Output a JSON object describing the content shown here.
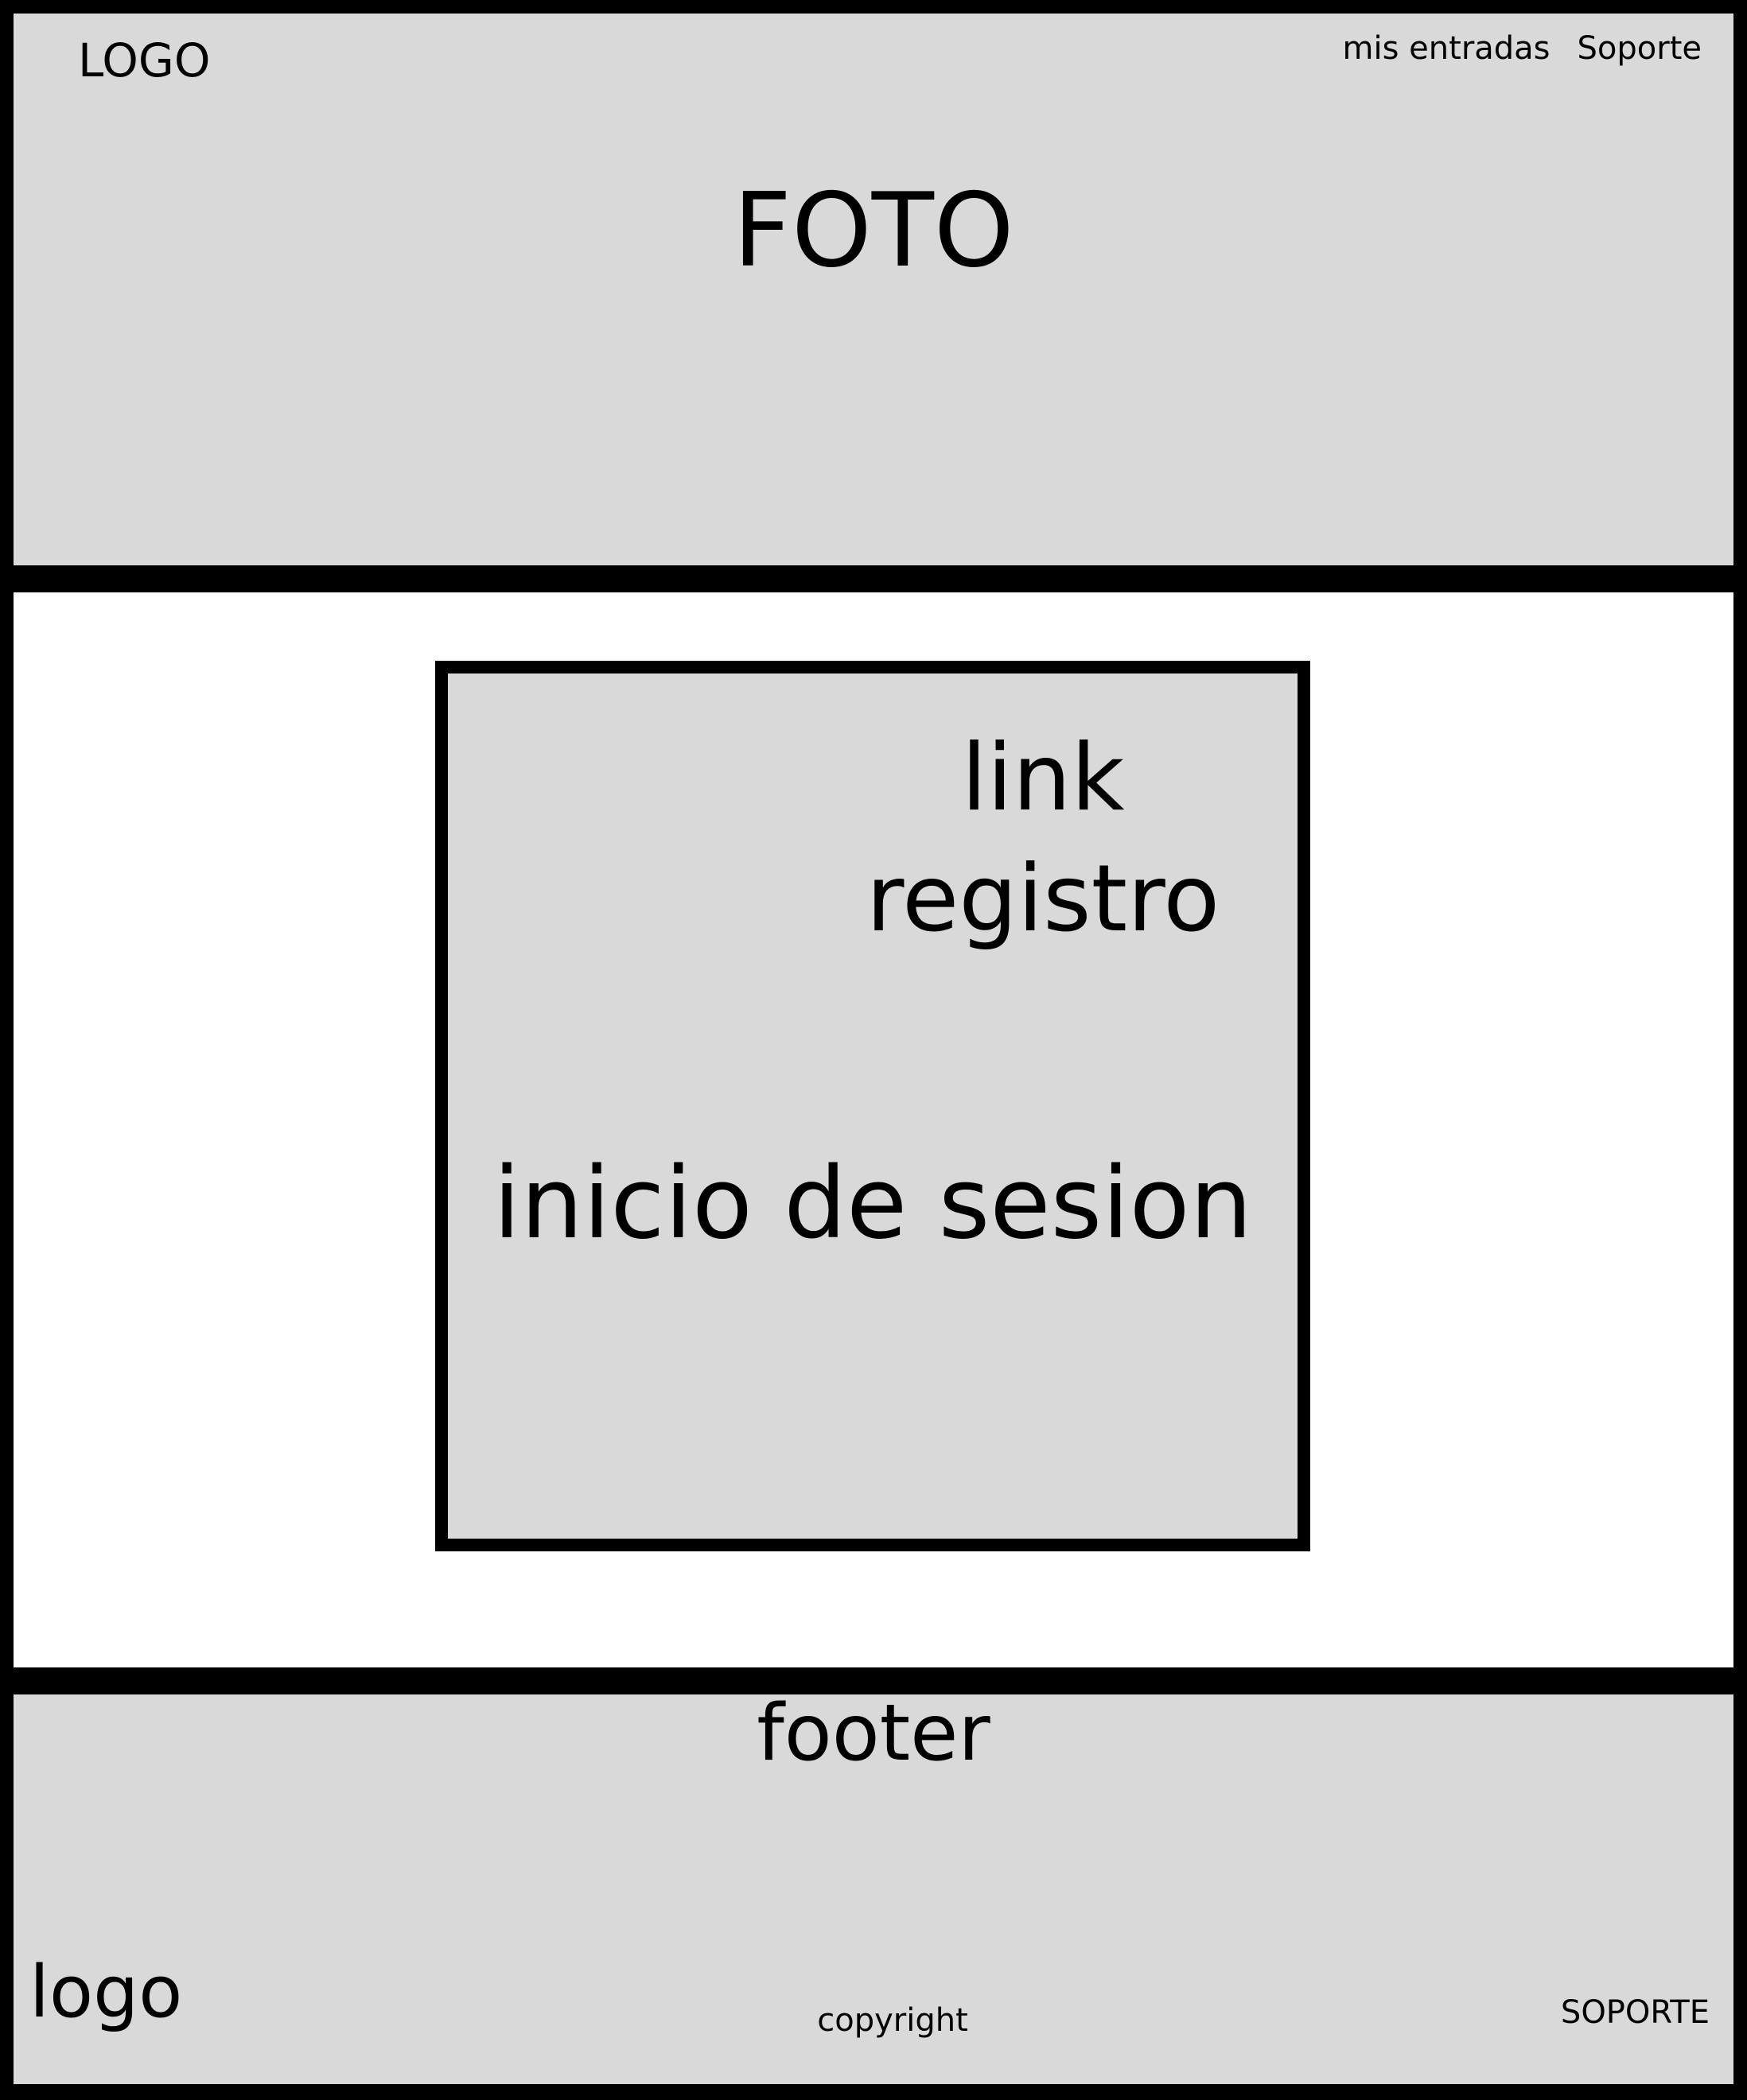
{
  "header": {
    "logo": "LOGO",
    "nav": [
      "mis entradas",
      "Soporte"
    ],
    "hero": "FOTO"
  },
  "main": {
    "link_registro": "link registro",
    "inicio_sesion": "inicio de sesion"
  },
  "footer": {
    "title": "footer",
    "logo": "logo",
    "copyright": "copyright",
    "soporte": "SOPORTE"
  },
  "colors": {
    "background": "#000000",
    "panel": "#d9d9d9",
    "content": "#ffffff",
    "text": "#000000"
  }
}
